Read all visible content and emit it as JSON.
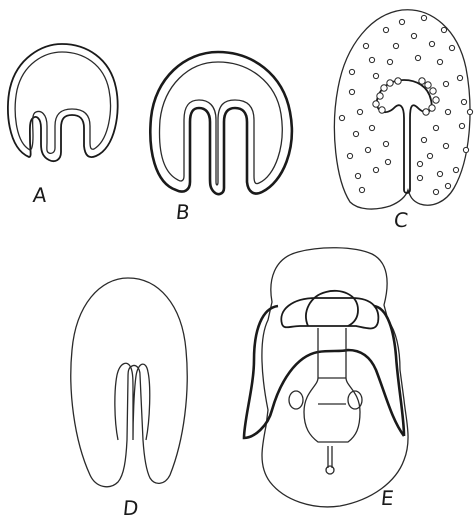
{
  "figure": {
    "panels": [
      {
        "id": "a",
        "label": "A"
      },
      {
        "id": "b",
        "label": "B"
      },
      {
        "id": "c",
        "label": "C"
      },
      {
        "id": "d",
        "label": "D"
      },
      {
        "id": "e",
        "label": "E"
      }
    ]
  },
  "colors": {
    "line": "#1a1a1a",
    "background": "#ffffff"
  }
}
